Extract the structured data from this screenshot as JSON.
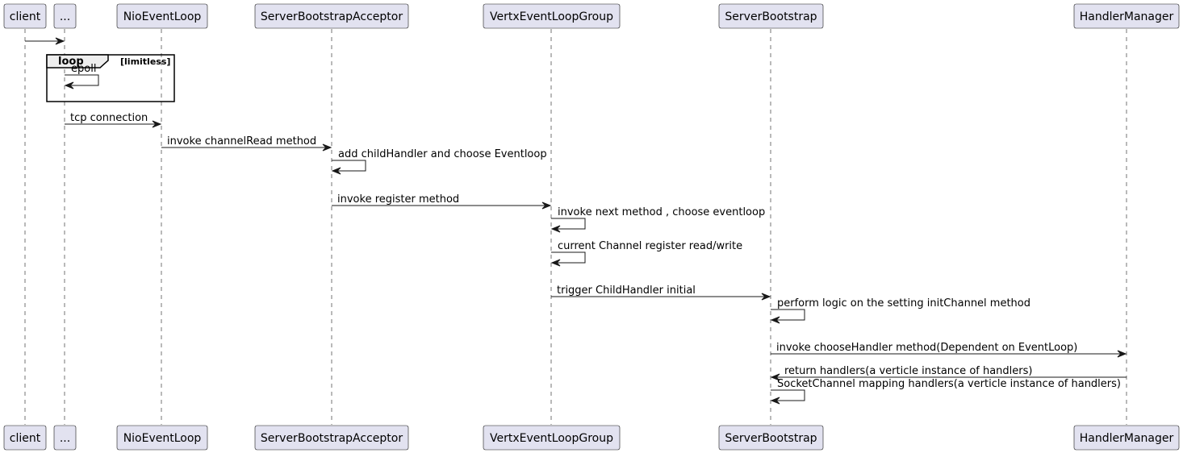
{
  "participants": [
    "client",
    "...",
    "NioEventLoop",
    "ServerBootstrapAcceptor",
    "VertxEventLoopGroup",
    "ServerBootstrap",
    "HandlerManager"
  ],
  "loop": {
    "keyword": "loop",
    "condition": "[limitless]"
  },
  "messages": [
    {
      "from": 0,
      "to": 1,
      "label": ""
    },
    {
      "from": 1,
      "to": 1,
      "label": "epoll"
    },
    {
      "from": 1,
      "to": 2,
      "label": "tcp connection"
    },
    {
      "from": 2,
      "to": 3,
      "label": "invoke channelRead method"
    },
    {
      "from": 3,
      "to": 3,
      "label": "add childHandler and choose Eventloop"
    },
    {
      "from": 3,
      "to": 4,
      "label": "invoke register method"
    },
    {
      "from": 4,
      "to": 4,
      "label": "invoke next method , choose eventloop"
    },
    {
      "from": 4,
      "to": 4,
      "label": "current Channel register read/write"
    },
    {
      "from": 4,
      "to": 5,
      "label": "trigger ChildHandler initial"
    },
    {
      "from": 5,
      "to": 5,
      "label": "perform logic on the setting initChannel method"
    },
    {
      "from": 5,
      "to": 6,
      "label": "invoke chooseHandler method(Dependent on EventLoop)"
    },
    {
      "from": 6,
      "to": 5,
      "label": "return handlers(a verticle instance of handlers)"
    },
    {
      "from": 5,
      "to": 5,
      "label": "SocketChannel mapping handlers(a verticle instance of handlers)"
    }
  ],
  "colors": {
    "participant_fill": "#E2E2F0",
    "participant_border": "#181818",
    "lifeline": "#181818",
    "arrow": "#181818",
    "loop_header_fill": "#EEEEEE"
  }
}
